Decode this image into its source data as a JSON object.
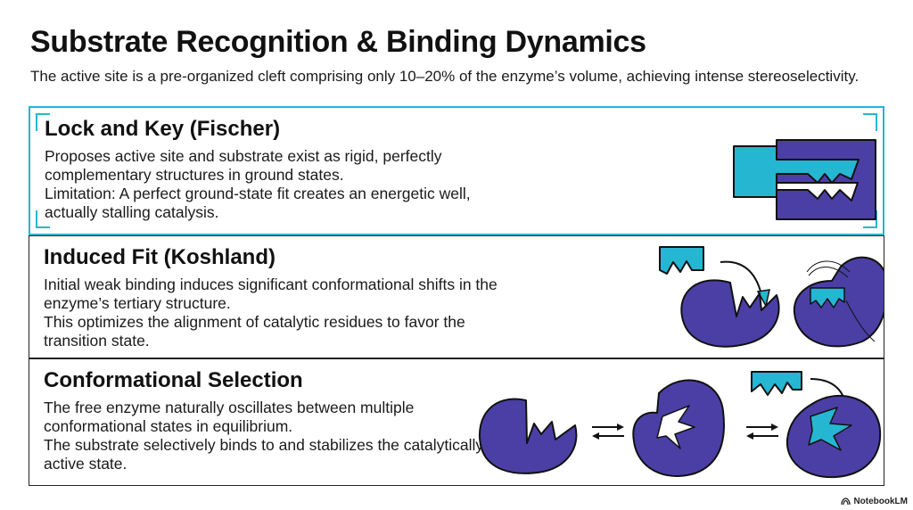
{
  "header": {
    "title": "Substrate Recognition & Binding Dynamics",
    "subtitle": "The active site is a pre-organized cleft comprising only 10–20% of the enzyme’s volume, achieving intense stereoselectivity."
  },
  "panels": [
    {
      "title": "Lock and Key (Fischer)",
      "line1": "Proposes active site and substrate exist as rigid, perfectly complementary structures in ground states.",
      "line2": "Limitation: A perfect ground-state fit creates an energetic well, actually stalling catalysis."
    },
    {
      "title": "Induced Fit (Koshland)",
      "line1": "Initial weak binding induces significant conformational shifts in the enzyme’s tertiary structure.",
      "line2": "This optimizes the alignment of catalytic residues to favor the transition state."
    },
    {
      "title": "Conformational Selection",
      "line1": "The free enzyme naturally oscillates between multiple conformational states in equilibrium.",
      "line2": "The substrate selectively binds to and stabilizes the catalytically active state."
    }
  ],
  "footer": {
    "brand": "NotebookLM"
  },
  "colors": {
    "enzyme": "#4b3fa6",
    "substrate": "#25b6d2",
    "accent": "#25b6d2",
    "outline": "#111111"
  }
}
